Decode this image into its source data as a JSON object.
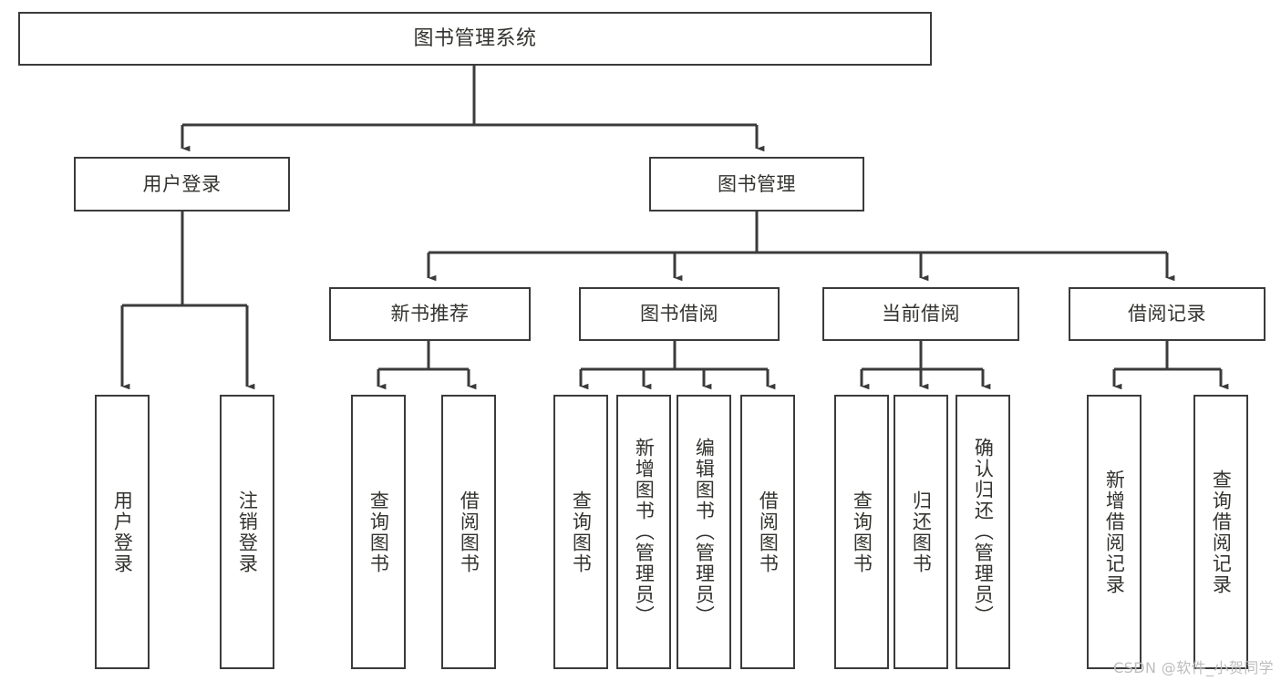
{
  "diagram": {
    "title": "图书管理系统",
    "type": "tree",
    "orientation": "top-down",
    "stroke_color": "#3b3b3b",
    "text_color": "#33332f",
    "background_color": "#ffffff"
  },
  "watermark": {
    "text": "CSDN @软件_小贺同学",
    "color": "#bdbdbd"
  },
  "nodes": {
    "root": {
      "label": "图书管理系统"
    },
    "level2": [
      {
        "label": "用户登录"
      },
      {
        "label": "图书管理"
      }
    ],
    "level3": [
      {
        "label": "新书推荐"
      },
      {
        "label": "图书借阅"
      },
      {
        "label": "当前借阅"
      },
      {
        "label": "借阅记录"
      }
    ],
    "leaves": {
      "user_login": [
        {
          "label": "用户登录"
        },
        {
          "label": "注销登录"
        }
      ],
      "new_book": [
        {
          "label": "查询图书"
        },
        {
          "label": "借阅图书"
        }
      ],
      "borrow_book": [
        {
          "label": "查询图书"
        },
        {
          "label": "新增图书（管理员）"
        },
        {
          "label": "编辑图书（管理员）"
        },
        {
          "label": "借阅图书"
        }
      ],
      "current_borrow": [
        {
          "label": "查询图书"
        },
        {
          "label": "归还图书"
        },
        {
          "label": "确认归还（管理员）"
        }
      ],
      "borrow_record": [
        {
          "label": "新增借阅记录"
        },
        {
          "label": "查询借阅记录"
        }
      ]
    }
  }
}
